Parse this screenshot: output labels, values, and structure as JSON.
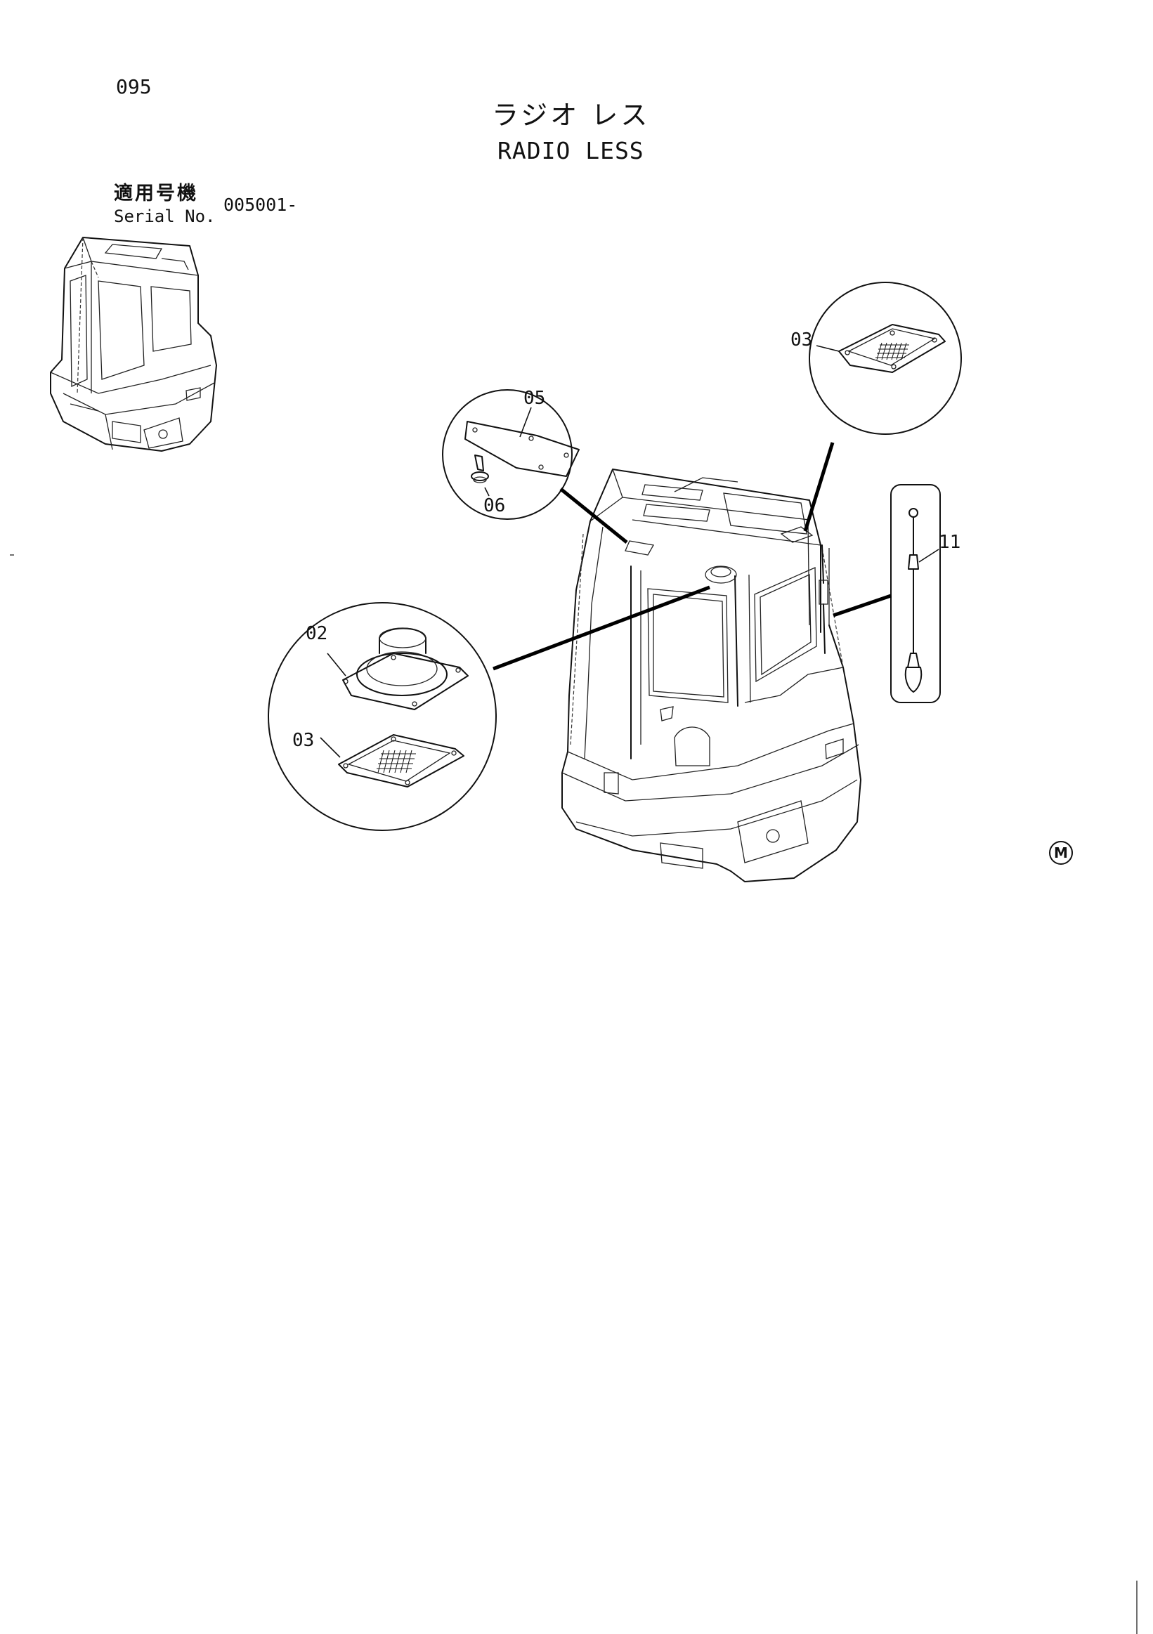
{
  "header": {
    "page_number": "095",
    "title_jp": "ラジオ レス",
    "title_en": "RADIO LESS"
  },
  "serial": {
    "label_jp": "適用号機",
    "label_en": "Serial No.",
    "value": "005001-"
  },
  "callouts": {
    "part_02": "02",
    "part_03_lower": "03",
    "part_03_upper": "03",
    "part_05": "05",
    "part_06": "06",
    "part_11": "11"
  },
  "footer": {
    "mark": "M"
  }
}
